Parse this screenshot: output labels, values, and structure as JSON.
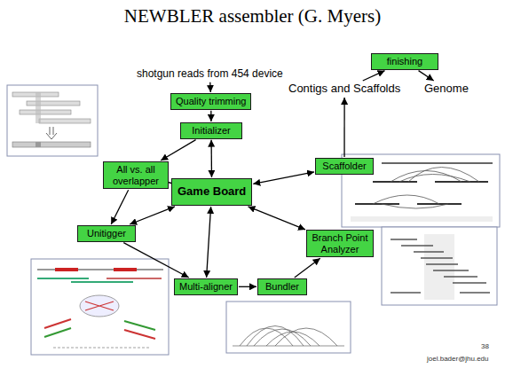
{
  "diagram": {
    "title": "NEWBLER assembler (G. Myers)",
    "nodes": [
      {
        "text": [
          "shotgun reads from 454 device"
        ]
      },
      {
        "text": [
          "Quality trimming"
        ]
      },
      {
        "text": [
          "Initializer"
        ]
      },
      {
        "text": [
          "All vs. all overlapper"
        ]
      },
      {
        "text": [
          "Game Board"
        ]
      },
      {
        "text": [
          "Unitigger"
        ]
      },
      {
        "text": [
          "Multi-aligner"
        ]
      },
      {
        "text": [
          "Bundler"
        ]
      },
      {
        "text": [
          "Branch Point Analyzer"
        ]
      },
      {
        "text": [
          "Scaffolder"
        ]
      },
      {
        "text": [
          "Contigs and Scaffolds"
        ]
      },
      {
        "text": [
          "finishing"
        ]
      },
      {
        "text": [
          "Genome"
        ]
      }
    ],
    "edges": [
      {
        "from": 0,
        "to": 1,
        "arrow": "to"
      },
      {
        "from": 1,
        "to": 2,
        "arrow": "to"
      },
      {
        "from": 2,
        "to": 4,
        "arrow": "both"
      },
      {
        "from": 2,
        "to": 3,
        "arrow": "to"
      },
      {
        "from": 3,
        "to": 4,
        "arrow": "both"
      },
      {
        "from": 3,
        "to": 5,
        "arrow": "to"
      },
      {
        "from": 5,
        "to": 4,
        "arrow": "both"
      },
      {
        "from": 5,
        "to": 6,
        "arrow": "to"
      },
      {
        "from": 6,
        "to": 4,
        "arrow": "both"
      },
      {
        "from": 6,
        "to": 7,
        "arrow": "to"
      },
      {
        "from": 7,
        "to": 8,
        "arrow": "to"
      },
      {
        "from": 8,
        "to": 4,
        "arrow": "both"
      },
      {
        "from": 4,
        "to": 9,
        "arrow": "both"
      },
      {
        "from": 9,
        "to": 10,
        "arrow": "to"
      },
      {
        "from": 10,
        "to": 11,
        "arrow": "to"
      },
      {
        "from": 11,
        "to": 12,
        "arrow": "to"
      }
    ],
    "labels": [
      "38",
      "joel.bader@jhu.edu"
    ]
  }
}
